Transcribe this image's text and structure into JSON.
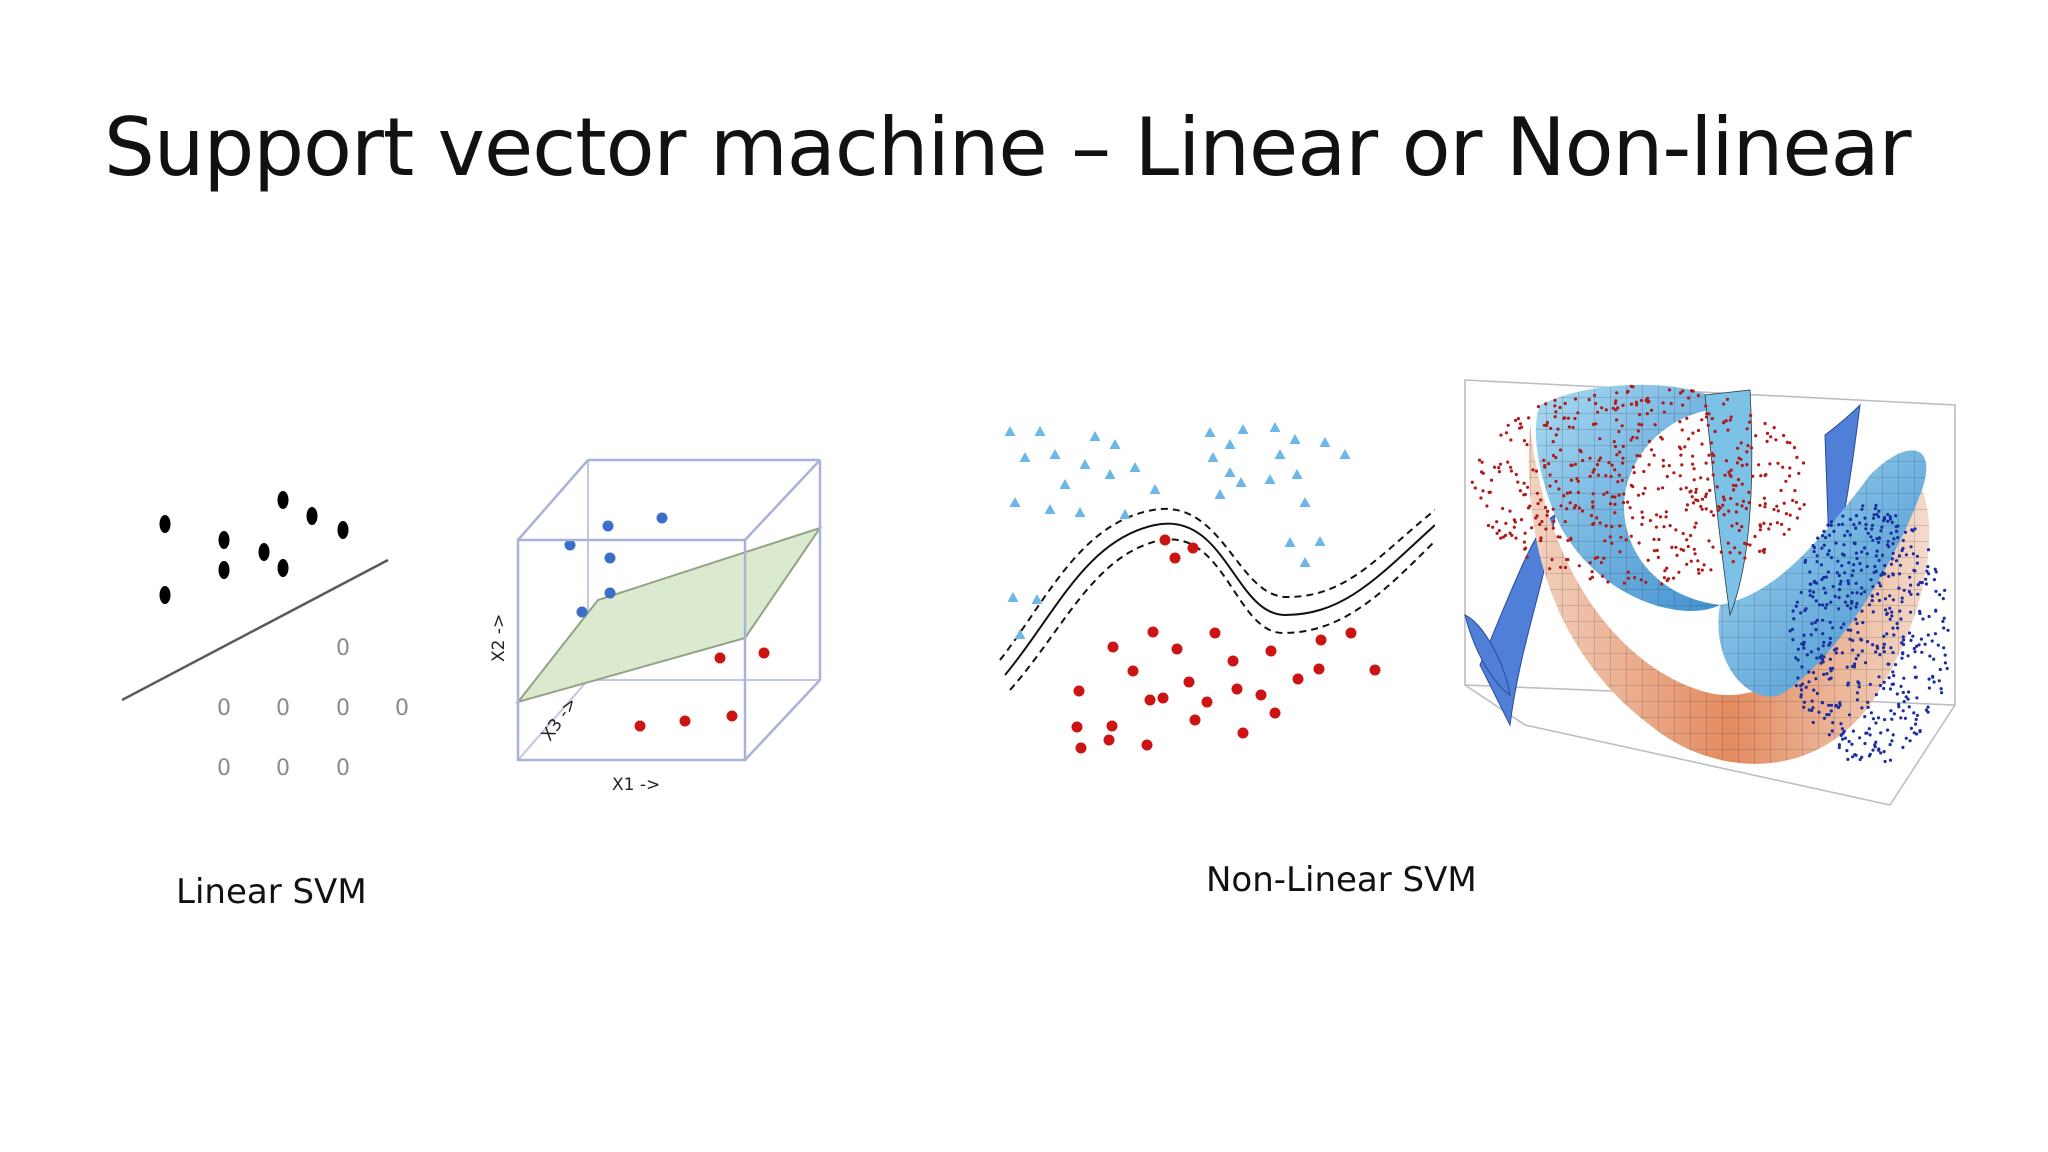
{
  "slide": {
    "title": "Support vector machine – Linear or Non-linear",
    "captions": {
      "linear": "Linear SVM",
      "nonlinear": "Non-Linear SVM"
    }
  },
  "figures": {
    "linear_2d": {
      "zero_label": "0"
    },
    "plane_3d": {
      "axis_x1": "X1 ->",
      "axis_x2": "X2 ->",
      "axis_x3": "X3 ->"
    }
  },
  "colors": {
    "text": "#111111",
    "blue_points": "#3b6fc8",
    "red_points": "#cc1414",
    "light_blue_points": "#6bb7e8",
    "plane_fill": "#dbe9cf",
    "box_edges": "#a9b2d8",
    "surface_blue": "#6fb4dd",
    "surface_warm": "#e9a37d"
  }
}
